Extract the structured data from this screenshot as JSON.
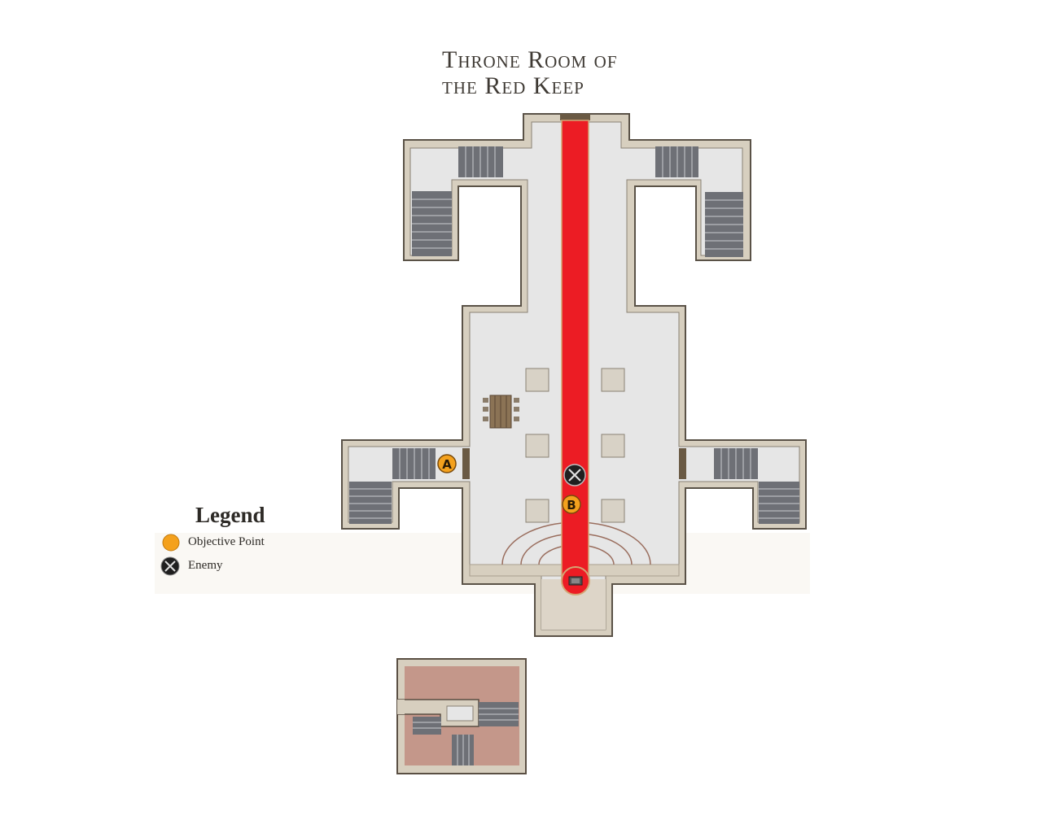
{
  "map": {
    "title_line1": "Throne Room of",
    "title_line2": "the Red Keep"
  },
  "markers": {
    "objective_a": "A",
    "objective_b": "B"
  },
  "legend": {
    "title": "Legend",
    "items": [
      {
        "label": "Objective Point",
        "icon": "objective-point-icon",
        "color": "#f4a11d"
      },
      {
        "label": "Enemy",
        "icon": "enemy-icon",
        "color": "#1f1f1f"
      }
    ]
  },
  "colors": {
    "carpet": "#ec1c24",
    "floor": "#e6e6e6",
    "wall": "#d7cfbf",
    "wall_outline": "#5a5247",
    "lower_floor": "#c4978a",
    "stairs": "#6e7076",
    "objective": "#f4a11d"
  }
}
